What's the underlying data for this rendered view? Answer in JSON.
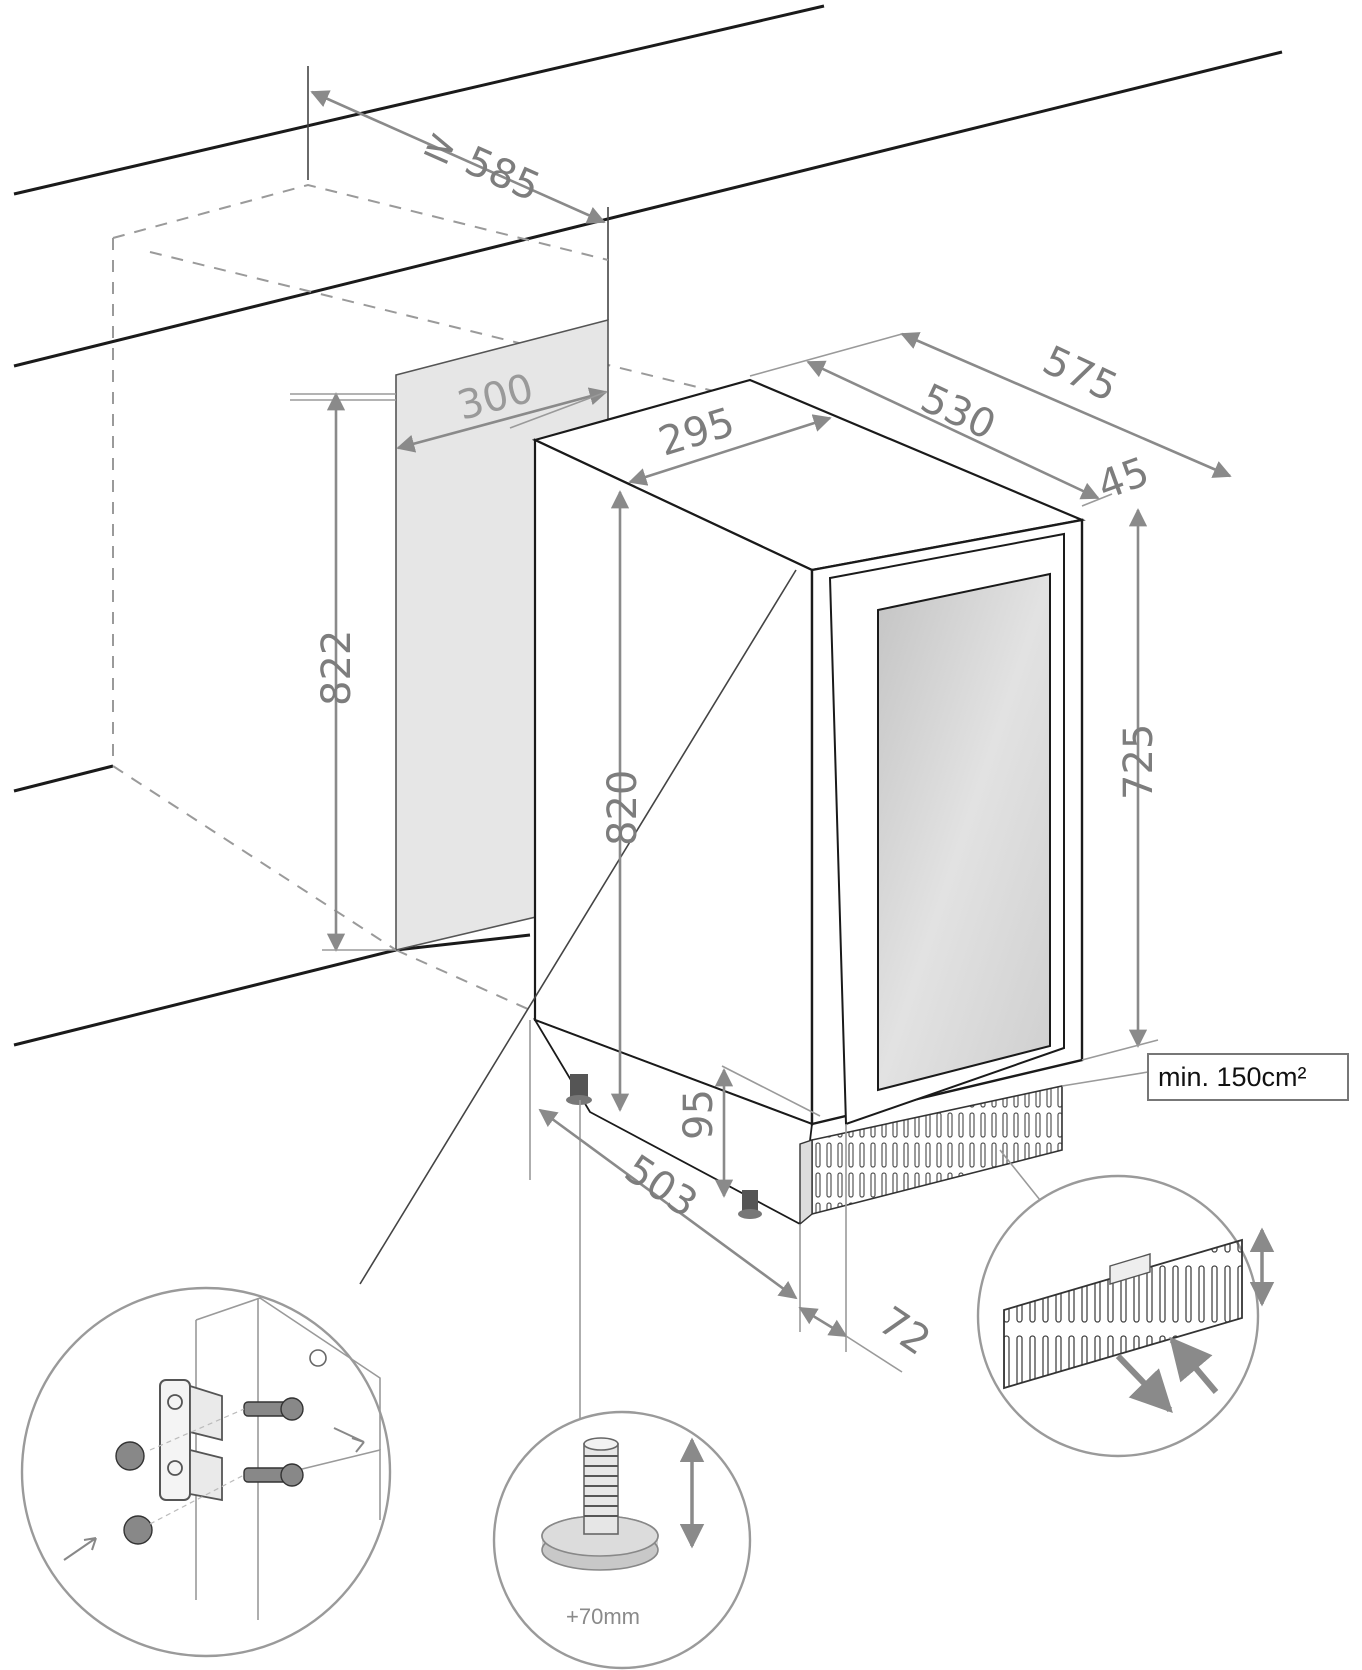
{
  "colors": {
    "dimension_text": "#7d7d7d",
    "line": "#1a1a1a",
    "niche_fill": "#e6e6e6",
    "glass_fill": "#cfcfcf"
  },
  "dimensions": {
    "cabinet_depth": "≥ 585",
    "niche_width": "300",
    "niche_height": "822",
    "appliance_width": "295",
    "appliance_depth": "530",
    "total_depth": "575",
    "door_depth": "45",
    "appliance_height": "820",
    "door_height": "725",
    "plinth_height": "95",
    "base_depth": "503",
    "door_offset": "72"
  },
  "ventilation": {
    "label": "min. 150cm²"
  },
  "foot_detail": {
    "label": "+70mm"
  },
  "icons": {
    "hinge_detail": "door-hinge-screw-icon",
    "foot_detail": "adjustable-foot-icon",
    "vent_detail": "ventilation-grille-icon"
  }
}
